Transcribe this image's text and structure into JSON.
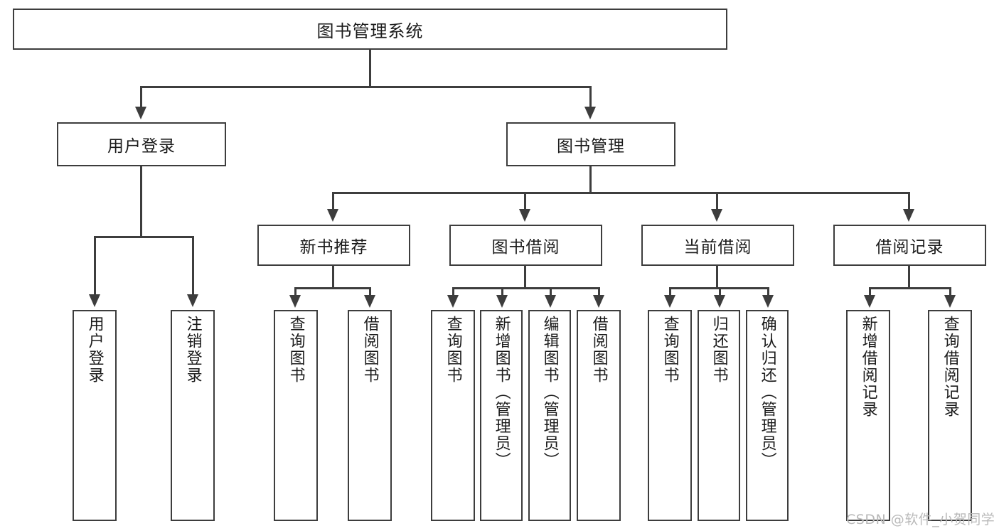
{
  "diagram": {
    "title": "图书管理系统",
    "type": "functional-decomposition-tree",
    "root": {
      "label": "图书管理系统"
    },
    "level2": [
      {
        "id": "user-login",
        "label": "用户登录"
      },
      {
        "id": "book-management",
        "label": "图书管理"
      }
    ],
    "level3": [
      {
        "id": "new-book-recommend",
        "label": "新书推荐"
      },
      {
        "id": "book-borrow",
        "label": "图书借阅"
      },
      {
        "id": "current-borrow",
        "label": "当前借阅"
      },
      {
        "id": "borrow-record",
        "label": "借阅记录"
      }
    ],
    "leaves": {
      "user_login": [
        {
          "id": "user-login-leaf",
          "label": "用户登录"
        },
        {
          "id": "logout-leaf",
          "label": "注销登录"
        }
      ],
      "new_book_recommend": [
        {
          "id": "query-book-1",
          "label": "查询图书"
        },
        {
          "id": "borrow-book-1",
          "label": "借阅图书"
        }
      ],
      "book_borrow": [
        {
          "id": "query-book-2",
          "label": "查询图书"
        },
        {
          "id": "add-book-admin",
          "label": "新增图书（管理员）"
        },
        {
          "id": "edit-book-admin",
          "label": "编辑图书（管理员）"
        },
        {
          "id": "borrow-book-2",
          "label": "借阅图书"
        }
      ],
      "current_borrow": [
        {
          "id": "query-book-3",
          "label": "查询图书"
        },
        {
          "id": "return-book",
          "label": "归还图书"
        },
        {
          "id": "confirm-return-admin",
          "label": "确认归还（管理员）"
        }
      ],
      "borrow_record": [
        {
          "id": "add-borrow-record",
          "label": "新增借阅记录"
        },
        {
          "id": "query-borrow-record",
          "label": "查询借阅记录"
        }
      ]
    },
    "watermark": "CSDN @软件_小贺同学",
    "colors": {
      "border": "#3d3d3d",
      "fill": "#ffffff",
      "text": "#1b1b1b",
      "watermark": "#b9b9b9"
    }
  }
}
